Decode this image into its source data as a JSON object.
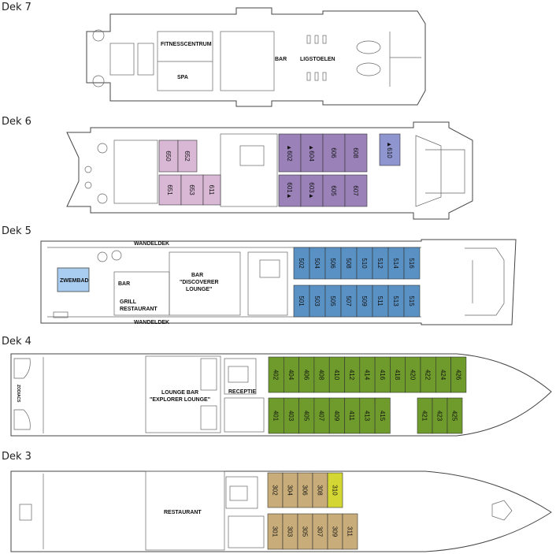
{
  "colors": {
    "pink": "#d9b8d6",
    "purple": "#9a82b9",
    "blue_violet": "#8f95cf",
    "blue": "#5a91c4",
    "green": "#6e9b2b",
    "tan": "#c8ad7a",
    "yellow": "#d3d633",
    "pool": "#a9cdf0"
  },
  "decks": [
    {
      "id": "dek7",
      "label": "Dek 7",
      "areas": [
        "FITNESSCENTRUM",
        "SPA",
        "BAR",
        "LIGSTOELEN"
      ],
      "cabins": []
    },
    {
      "id": "dek6",
      "label": "Dek 6",
      "areas": [],
      "cabins": [
        {
          "num": "650",
          "color": "pink"
        },
        {
          "num": "652",
          "color": "pink"
        },
        {
          "num": "651",
          "color": "pink"
        },
        {
          "num": "653",
          "color": "pink"
        },
        {
          "num": "611",
          "color": "pink"
        },
        {
          "num": "▲602",
          "color": "purple"
        },
        {
          "num": "▲604",
          "color": "purple"
        },
        {
          "num": "606",
          "color": "purple"
        },
        {
          "num": "608",
          "color": "purple"
        },
        {
          "num": "▲610",
          "color": "blue_violet"
        },
        {
          "num": "601▲",
          "color": "purple"
        },
        {
          "num": "603▲",
          "color": "purple"
        },
        {
          "num": "605",
          "color": "purple"
        },
        {
          "num": "607",
          "color": "purple"
        }
      ]
    },
    {
      "id": "dek5",
      "label": "Dek 5",
      "areas": [
        "WANDELDEK",
        "WANDELDEK",
        "ZWEMBAD",
        "BAR",
        "GRILL",
        "RESTAURANT",
        "BAR",
        "\"DISCOVERER",
        "LOUNGE\""
      ],
      "cabins": [
        {
          "num": "502"
        },
        {
          "num": "504"
        },
        {
          "num": "506"
        },
        {
          "num": "508"
        },
        {
          "num": "510"
        },
        {
          "num": "512"
        },
        {
          "num": "514"
        },
        {
          "num": "516"
        },
        {
          "num": "501"
        },
        {
          "num": "503"
        },
        {
          "num": "505"
        },
        {
          "num": "507"
        },
        {
          "num": "509"
        },
        {
          "num": "511"
        },
        {
          "num": "513"
        },
        {
          "num": "515"
        }
      ]
    },
    {
      "id": "dek4",
      "label": "Dek 4",
      "areas": [
        "LOUNGE BAR",
        "\"EXPLORER LOUNGE\"",
        "RECEPTIE",
        "ZODIACS"
      ],
      "cabins": [
        {
          "num": "402"
        },
        {
          "num": "404"
        },
        {
          "num": "406"
        },
        {
          "num": "408"
        },
        {
          "num": "410"
        },
        {
          "num": "412"
        },
        {
          "num": "414"
        },
        {
          "num": "416"
        },
        {
          "num": "418"
        },
        {
          "num": "420"
        },
        {
          "num": "422"
        },
        {
          "num": "424"
        },
        {
          "num": "426"
        },
        {
          "num": "401"
        },
        {
          "num": "403"
        },
        {
          "num": "405"
        },
        {
          "num": "407"
        },
        {
          "num": "409"
        },
        {
          "num": "411"
        },
        {
          "num": "413"
        },
        {
          "num": "415"
        },
        {
          "num": "421"
        },
        {
          "num": "423"
        },
        {
          "num": "425"
        }
      ]
    },
    {
      "id": "dek3",
      "label": "Dek 3",
      "areas": [
        "RESTAURANT"
      ],
      "cabins": [
        {
          "num": "302",
          "color": "tan"
        },
        {
          "num": "304",
          "color": "tan"
        },
        {
          "num": "306",
          "color": "tan"
        },
        {
          "num": "308",
          "color": "tan"
        },
        {
          "num": "310",
          "color": "yellow"
        },
        {
          "num": "301",
          "color": "tan"
        },
        {
          "num": "303",
          "color": "tan"
        },
        {
          "num": "305",
          "color": "tan"
        },
        {
          "num": "307",
          "color": "tan"
        },
        {
          "num": "309",
          "color": "tan"
        },
        {
          "num": "311",
          "color": "tan"
        }
      ]
    }
  ]
}
